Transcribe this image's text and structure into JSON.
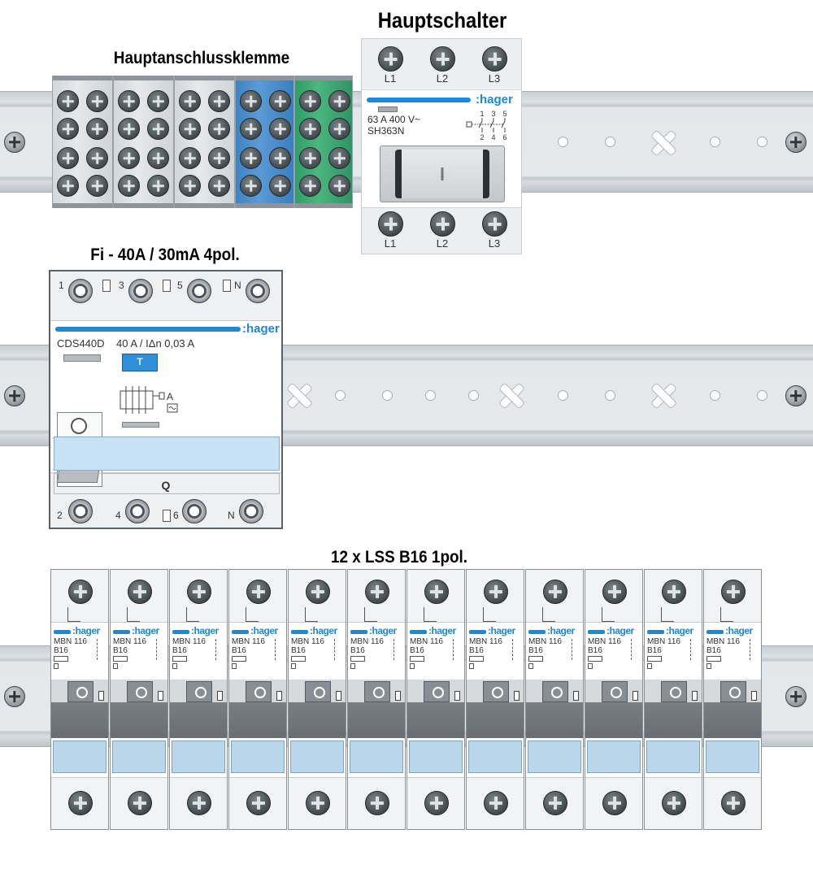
{
  "labels": {
    "main_switch_title": "Hauptschalter",
    "terminal_title": "Hauptanschlussklemme",
    "rcd_title": "Fi - 40A / 30mA 4pol.",
    "mcb_title": "12 x LSS B16 1pol."
  },
  "main_switch": {
    "brand": ":hager",
    "rating": "63 A 400 V~",
    "model": "SH363N",
    "top_terminals": [
      "L1",
      "L2",
      "L3"
    ],
    "bottom_terminals": [
      "L1",
      "L2",
      "L3"
    ],
    "schematic_top": [
      "1",
      "3",
      "5"
    ],
    "schematic_bottom": [
      "2",
      "4",
      "6"
    ]
  },
  "rcd": {
    "brand": ":hager",
    "model": "CDS440D",
    "rating": "40 A / IΔn 0,03 A",
    "test_button": "T",
    "center_mark": "Q",
    "top_terminals": [
      "1",
      "3",
      "5",
      "N"
    ],
    "bottom_terminals": [
      "2",
      "4",
      "6",
      "N"
    ],
    "schematic_text": "A"
  },
  "mcb": {
    "count": 12,
    "brand": ":hager",
    "model": "MBN 116",
    "rating": "B16"
  },
  "colors": {
    "hager_blue": "#1e88d4",
    "terminal_blue": "#4a90d0",
    "terminal_green": "#3fae75",
    "terminal_grey": "#dcdfe1"
  }
}
